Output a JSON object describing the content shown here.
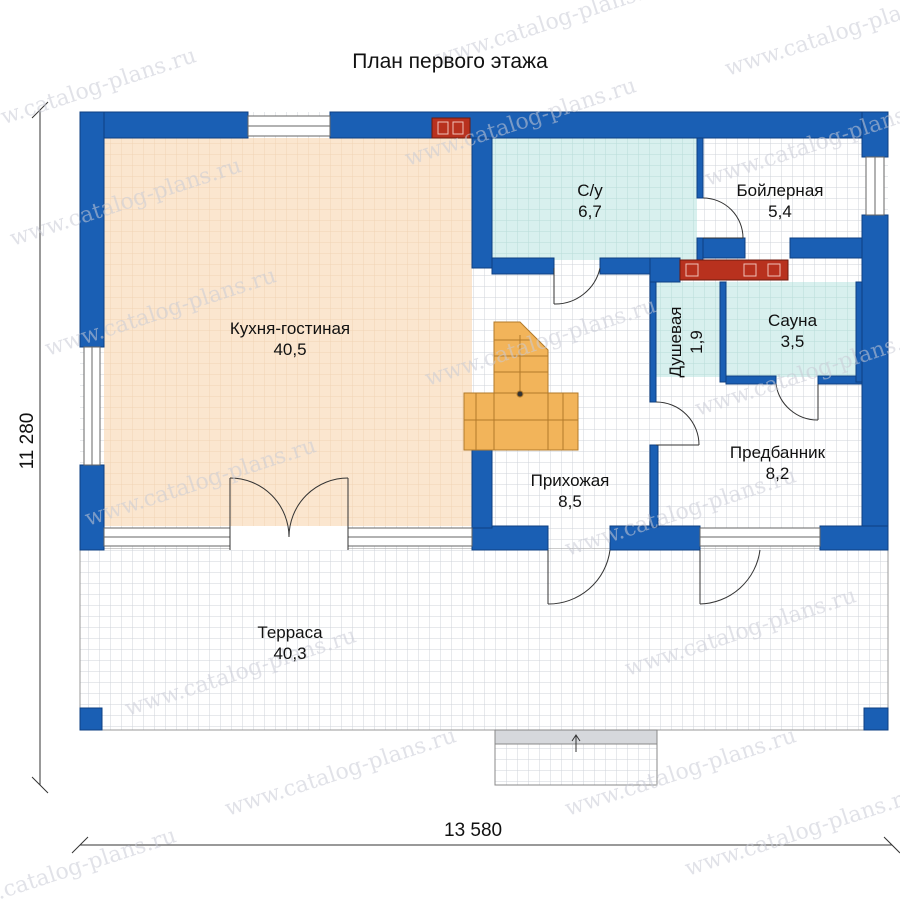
{
  "title": "План первого этажа",
  "dimensions": {
    "width": "13 580",
    "height": "11 280"
  },
  "rooms": [
    {
      "id": "kitchen",
      "name": "Кухня-гостиная",
      "area": "40,5"
    },
    {
      "id": "wc",
      "name": "С/у",
      "area": "6,7"
    },
    {
      "id": "boiler",
      "name": "Бойлерная",
      "area": "5,4"
    },
    {
      "id": "shower",
      "name": "Душевая",
      "area": "1,9"
    },
    {
      "id": "sauna",
      "name": "Сауна",
      "area": "3,5"
    },
    {
      "id": "hall",
      "name": "Прихожая",
      "area": "8,5"
    },
    {
      "id": "anteroom",
      "name": "Предбанник",
      "area": "8,2"
    },
    {
      "id": "terrace",
      "name": "Терраса",
      "area": "40,3"
    }
  ],
  "watermark": "www.catalog-plans.ru",
  "colors": {
    "wall": "#1a5fb4",
    "kitchen_floor": "#fbe6cf",
    "wet_floor": "#d8f0ee",
    "tile_grid": "#cfd3da",
    "stove": "#b8311e",
    "stairs": "#f2b45a"
  }
}
